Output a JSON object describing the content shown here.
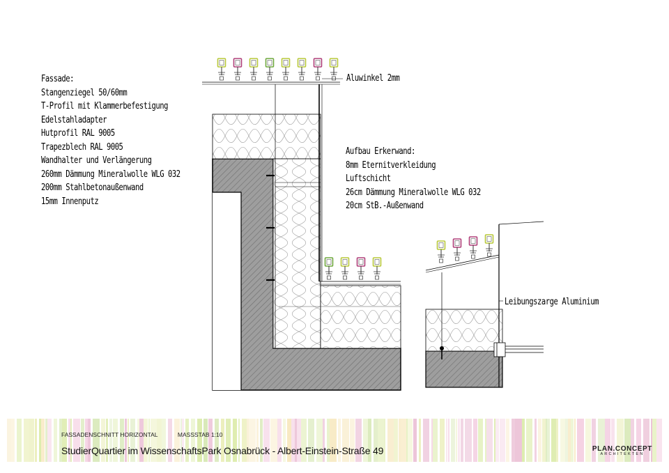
{
  "facade": {
    "lines": [
      "Fassade:",
      "Stangenziegel 50/60mm",
      "T-Profil mit Klammerbefestigung",
      "Edelstahladapter",
      "Hutprofil RAL 9005",
      "Trapezblech RAL 9005",
      "Wandhalter und Verlängerung",
      "260mm Dämmung Mineralwolle WLG 032",
      "200mm Stahlbetonaußenwand",
      "15mm Innenputz"
    ]
  },
  "bay": {
    "lines": [
      "Aufbau Erkerwand:",
      "8mm Eternitverkleidung",
      "Luftschicht",
      "26cm Dämmung Mineralwolle WLG 032",
      "20cm StB.-Außenwand"
    ]
  },
  "labels": {
    "aluwinkel": "Aluwinkel 2mm",
    "leibung": "Leibungszarge Aluminium"
  },
  "title_block": {
    "drawing_type": "FASSADENSCHNITT HORIZONTAL",
    "scale": "MASSSTAB 1:10",
    "project": "StudierQuartier im WissenschaftsPark Osnabrück - Albert-Einstein-Straße 49",
    "logo": "PLAN.CONCEPT",
    "logo_sub": "ARCHITEKTEN"
  },
  "colors": {
    "tile_yellow": "#b8c93a",
    "tile_magenta": "#b0407a",
    "tile_green": "#6fa83e",
    "concrete_fill": "#9a9a9a",
    "stripe_palette": [
      "#e8ecb0",
      "#f2c6dc",
      "#d6e89c",
      "#f6e4b4",
      "#e9b9d1",
      "#cfe3a6"
    ]
  }
}
